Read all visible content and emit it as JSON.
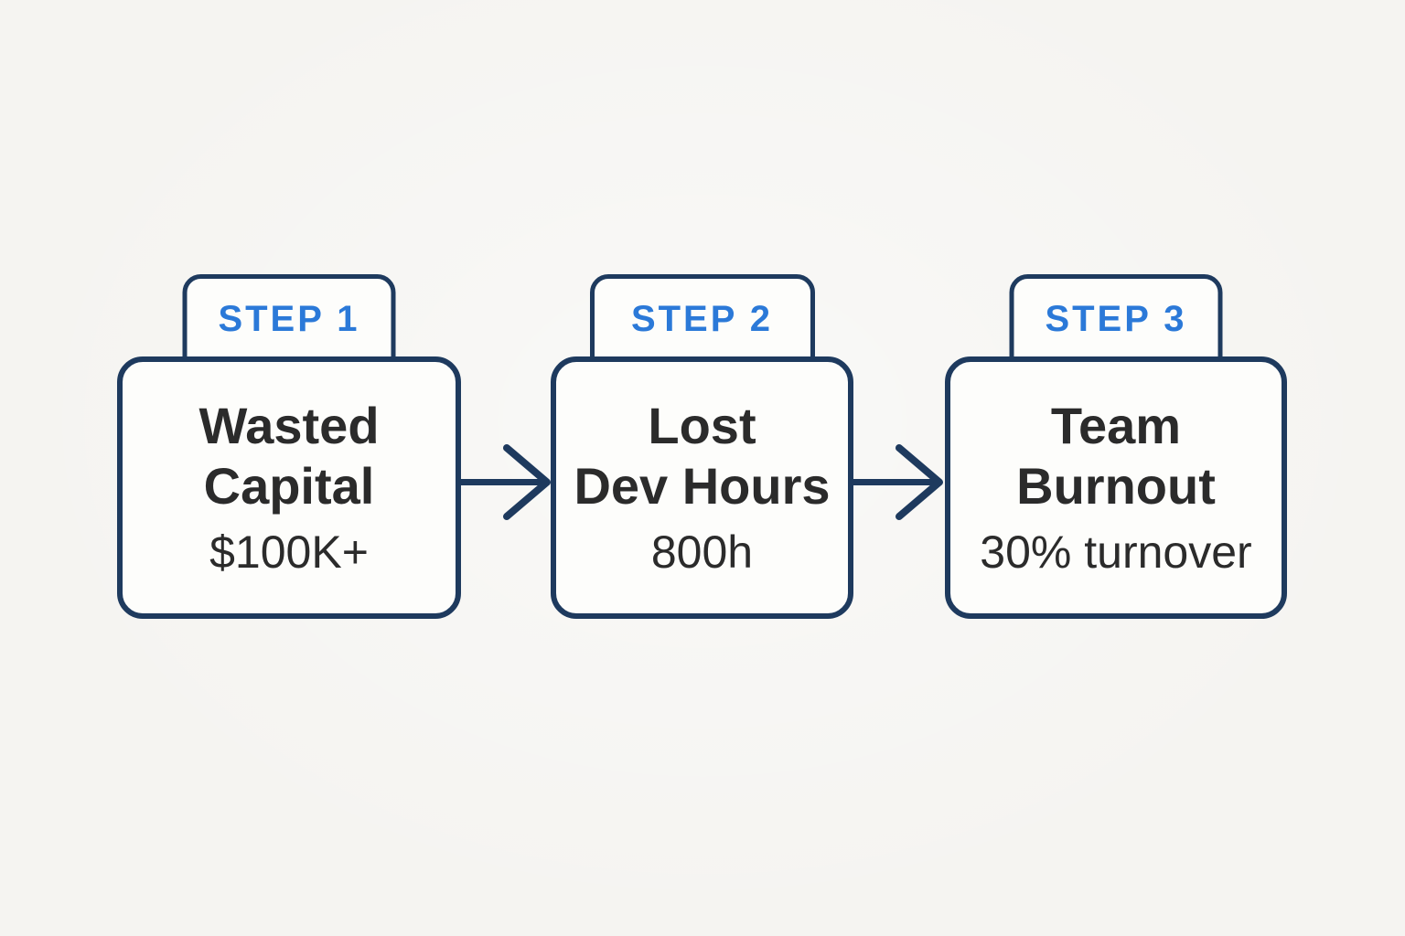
{
  "diagram": {
    "steps": [
      {
        "label": "STEP 1",
        "title_lines": [
          "Wasted",
          "Capital"
        ],
        "value": "$100K+"
      },
      {
        "label": "STEP 2",
        "title_lines": [
          "Lost",
          "Dev Hours"
        ],
        "value": "800h"
      },
      {
        "label": "STEP 3",
        "title_lines": [
          "Team",
          "Burnout"
        ],
        "value": "30% turnover"
      }
    ],
    "connectors": [
      {
        "type": "arrow-right",
        "from": "STEP 1",
        "to": "STEP 2"
      },
      {
        "type": "arrow-right",
        "from": "STEP 2",
        "to": "STEP 3"
      }
    ]
  },
  "colors": {
    "background": "#f5f4f1",
    "box_fill": "#fdfdfb",
    "border_navy": "#1e3a5e",
    "accent_blue": "#2b79d8",
    "text_dark": "#2b2b2b"
  }
}
